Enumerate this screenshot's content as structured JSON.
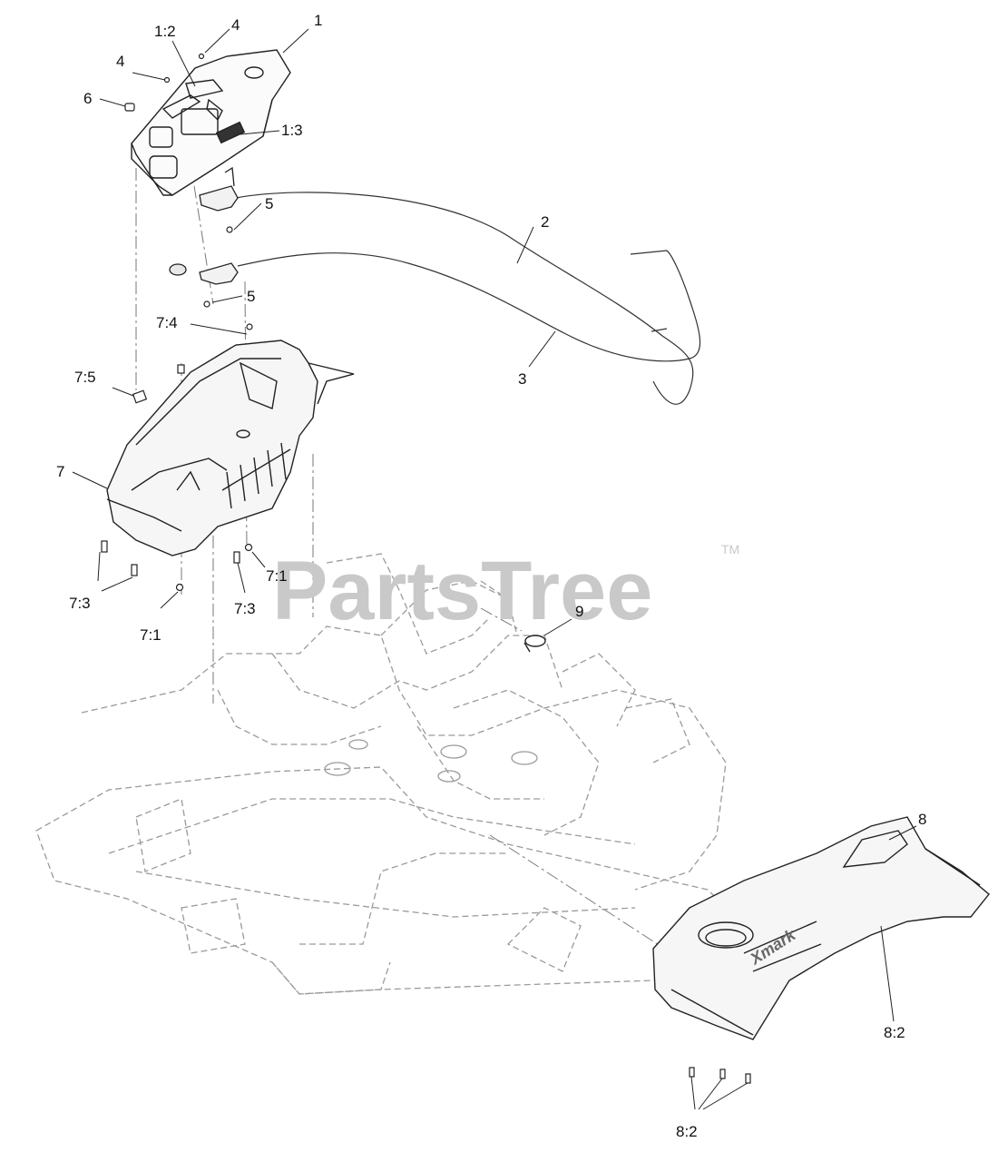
{
  "watermark": {
    "text": "PartsTree",
    "trademark": "TM"
  },
  "brand_mark": "Xmark",
  "callouts": [
    "1",
    "1:2",
    "1:3",
    "2",
    "3",
    "4",
    "4",
    "5",
    "5",
    "6",
    "7",
    "7:1",
    "7:1",
    "7:3",
    "7:3",
    "7:4",
    "7:5",
    "8",
    "8:2",
    "8:2",
    "9"
  ],
  "colors": {
    "line": "#222222",
    "phantom": "#9a9a9a",
    "watermark": "#c9c9c9"
  }
}
